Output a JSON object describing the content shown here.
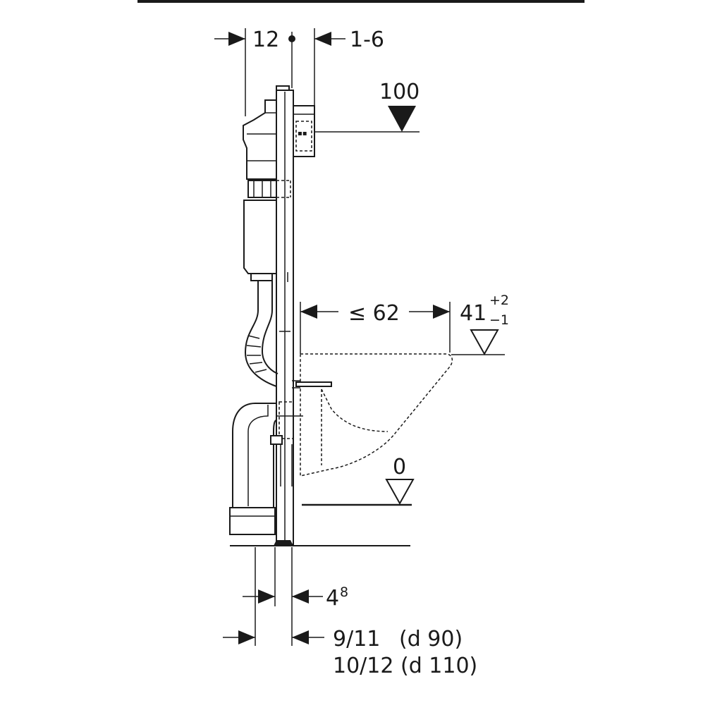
{
  "dimensions": {
    "top_left": "12",
    "top_right": "1-6",
    "level_top": "100",
    "depth": "≤ 62",
    "height_main": "41",
    "height_plus": "+2",
    "height_minus": "−1",
    "level_zero": "0",
    "offset_base": "4",
    "offset_sup": "8",
    "pipe_line1_a": "9/11",
    "pipe_line1_b": "(d 90)",
    "pipe_line2": "10/12 (d 110)"
  }
}
